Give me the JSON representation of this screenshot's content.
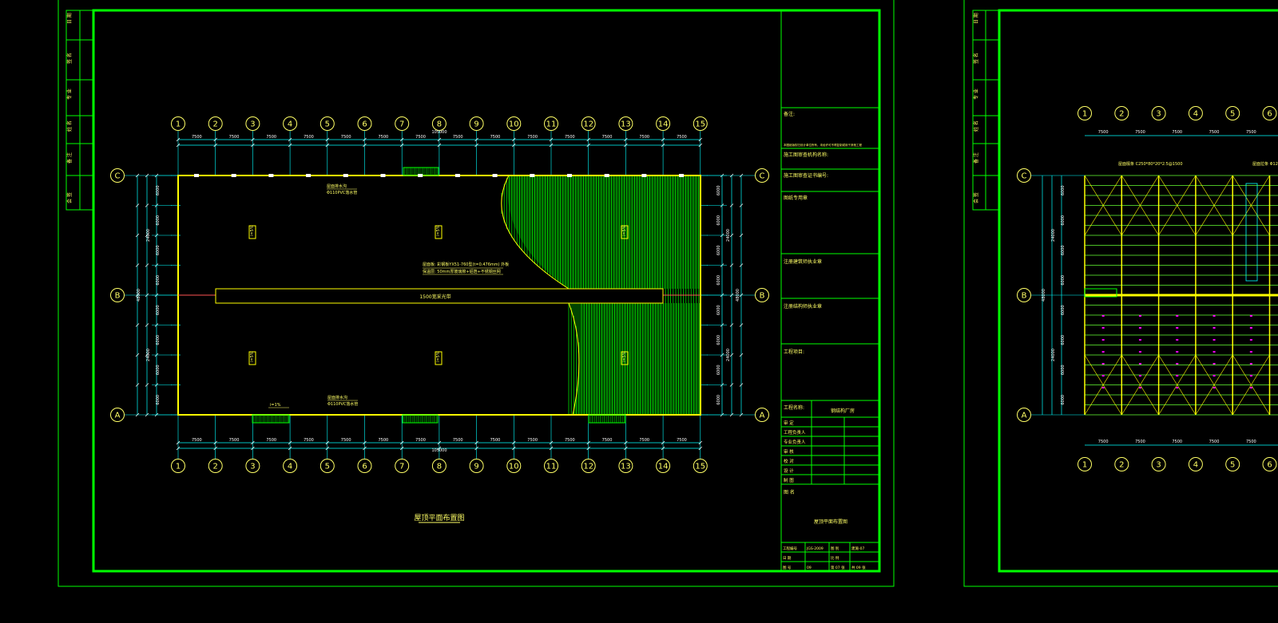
{
  "colors": {
    "background": "#000000",
    "frame": "#00ff00",
    "axis": "#ffff66",
    "dimension": "#00ffff",
    "building": "#ffff00",
    "roof_fill": "#00cc00",
    "accent": "#ff00ff"
  },
  "sheet1": {
    "column_axes": [
      "1",
      "2",
      "3",
      "4",
      "5",
      "6",
      "7",
      "8",
      "9",
      "10",
      "11",
      "12",
      "13",
      "14",
      "15"
    ],
    "row_axes": [
      "C",
      "B",
      "A"
    ],
    "bay_dims": [
      "7500",
      "7500",
      "7500",
      "7500",
      "7500",
      "7500",
      "7500",
      "7500",
      "7500",
      "7500",
      "7500",
      "7500",
      "7500",
      "7500"
    ],
    "total_top": "105000",
    "total_bottom": "105000",
    "left_dims": [
      "6000",
      "6000",
      "6000",
      "6000",
      "6000",
      "6000",
      "6000",
      "6000"
    ],
    "left_totals": [
      "24000",
      "48000",
      "24000"
    ],
    "right_dims": [
      "6000",
      "6000",
      "6000",
      "6000",
      "6000",
      "6000",
      "6000",
      "6000"
    ],
    "right_totals": [
      "24000",
      "48000",
      "24000"
    ],
    "ridge_label": "1500宽采光带",
    "slope_labels": [
      "i=5%",
      "i=5%",
      "i=5%",
      "i=5%",
      "i=5%",
      "i=5%"
    ],
    "annotation_top": [
      "屋面排水沟",
      "Φ110PVC落水管"
    ],
    "annotation_bottom": [
      "屋面排水沟",
      "Φ110PVC落水管"
    ],
    "annotation_gutter": [
      "i=1%"
    ],
    "roof_note": [
      "屋面板: 彩钢板YX51-760型(t=0.476mm) 外板",
      "保温层: 50mm厚玻璃棉+铝箔+不锈钢丝网"
    ],
    "drawing_title": "屋顶平面布置图",
    "side_column": [
      "日 期",
      "签 名",
      "专 业",
      "姓 名",
      "备 注",
      "会 签"
    ],
    "title_block": {
      "notes_label": "备注:",
      "notes_text": "本图纸版权归设计单位所有，未经许可不得复制或用于其他工程",
      "r1": "施工图审查机构名称:",
      "r2": "施工图审查证书编号:",
      "r3": "图纸专用章",
      "r4": "注册建筑师执业章",
      "r5": "注册结构师执业章",
      "r6": "工程项目:",
      "project_label": "工程名称:",
      "project_value": "钢结构厂房",
      "roles": [
        "审 定",
        "工程负责人",
        "专业负责人",
        "审 核",
        "校 对",
        "设 计",
        "制 图"
      ],
      "drawing_name_label": "图 名",
      "drawing_name": "屋顶平面布置图",
      "bottom_rows": [
        [
          "工程编号",
          "JGS-2009",
          "图 别",
          "建施-07"
        ],
        [
          "日 期",
          "",
          "比 例",
          ""
        ],
        [
          "图 号",
          "09",
          "第 07 张",
          "共 09 张"
        ]
      ]
    }
  },
  "sheet2": {
    "column_axes": [
      "1",
      "2",
      "3",
      "4",
      "5",
      "6"
    ],
    "row_axes": [
      "C",
      "B",
      "A"
    ],
    "bay_dims": [
      "7500",
      "7500",
      "7500",
      "7500",
      "7500"
    ],
    "left_dims": [
      "6000",
      "6000",
      "6000",
      "6000",
      "6000",
      "6000",
      "6000",
      "6000"
    ],
    "left_totals": [
      "24000",
      "48000",
      "24000"
    ],
    "annotation_top": [
      "屋面檩条 C250*80*20*2.5@1500",
      "屋面拉条 Φ12"
    ],
    "side_column": [
      "日 期",
      "签 名",
      "专 业",
      "姓 名",
      "备 注",
      "会 签"
    ]
  }
}
